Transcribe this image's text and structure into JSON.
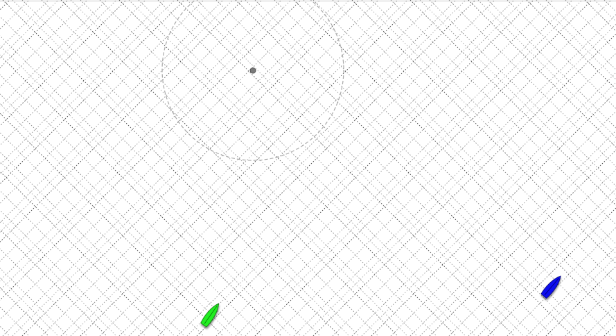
{
  "scene": {
    "background_color": "#ffffff",
    "grid_color": "#2b2b2b",
    "range_circle_color": "#a8a8a8",
    "mark_color": "#7a7a7a"
  },
  "boats": [
    {
      "id": "green-boat",
      "color": "#22ee22",
      "heading_deg": 35,
      "shadow": true
    },
    {
      "id": "blue-boat",
      "color": "#1010ee",
      "heading_deg": 40,
      "shadow": true
    }
  ],
  "mark": {
    "icon": "buoy-marker-icon"
  },
  "range_circle": {
    "style": "dashed"
  }
}
